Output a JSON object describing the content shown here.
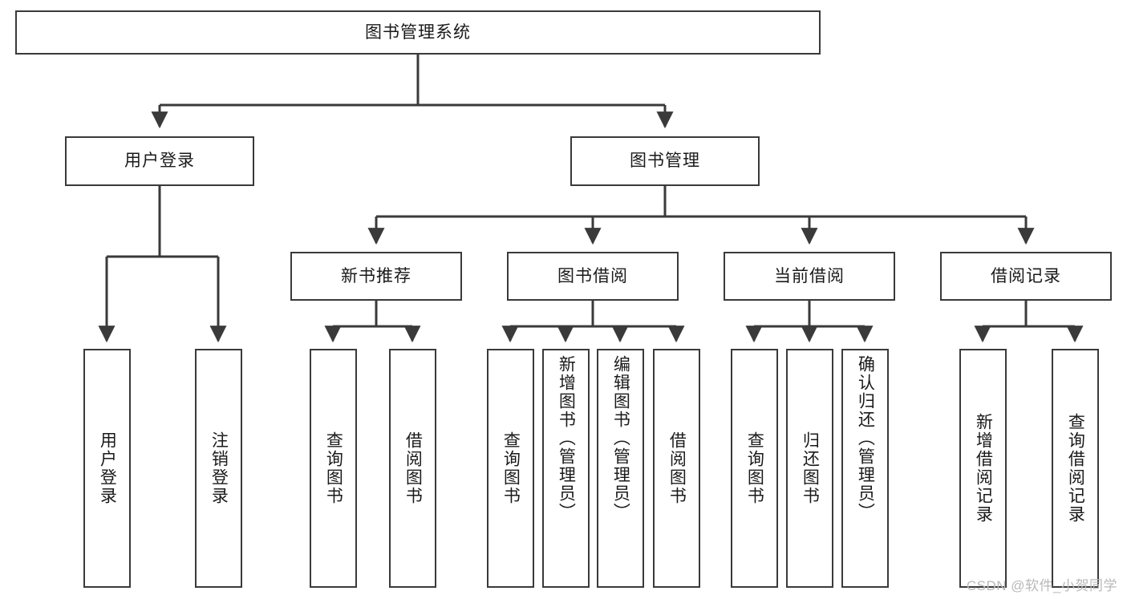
{
  "diagram": {
    "type": "tree-hierarchy",
    "title": "图书管理系统",
    "watermark": "CSDN @软件_小贺同学",
    "line_color": "#3a3a3a",
    "text_color": "#1a1a1a",
    "background": "#ffffff",
    "root": {
      "label": "图书管理系统"
    },
    "level1": [
      {
        "label": "用户登录"
      },
      {
        "label": "图书管理"
      }
    ],
    "level2": [
      {
        "label": "新书推荐"
      },
      {
        "label": "图书借阅"
      },
      {
        "label": "当前借阅"
      },
      {
        "label": "借阅记录"
      }
    ],
    "leaves": {
      "user_login": [
        {
          "label": "用户登录"
        },
        {
          "label": "注销登录"
        }
      ],
      "new_book_recommend": [
        {
          "label": "查询图书"
        },
        {
          "label": "借阅图书"
        }
      ],
      "book_borrow": [
        {
          "label": "查询图书"
        },
        {
          "label": "新增图书（管理员）"
        },
        {
          "label": "编辑图书（管理员）"
        },
        {
          "label": "借阅图书"
        }
      ],
      "current_borrow": [
        {
          "label": "查询图书"
        },
        {
          "label": "归还图书"
        },
        {
          "label": "确认归还（管理员）"
        }
      ],
      "borrow_record": [
        {
          "label": "新增借阅记录"
        },
        {
          "label": "查询借阅记录"
        }
      ]
    }
  }
}
